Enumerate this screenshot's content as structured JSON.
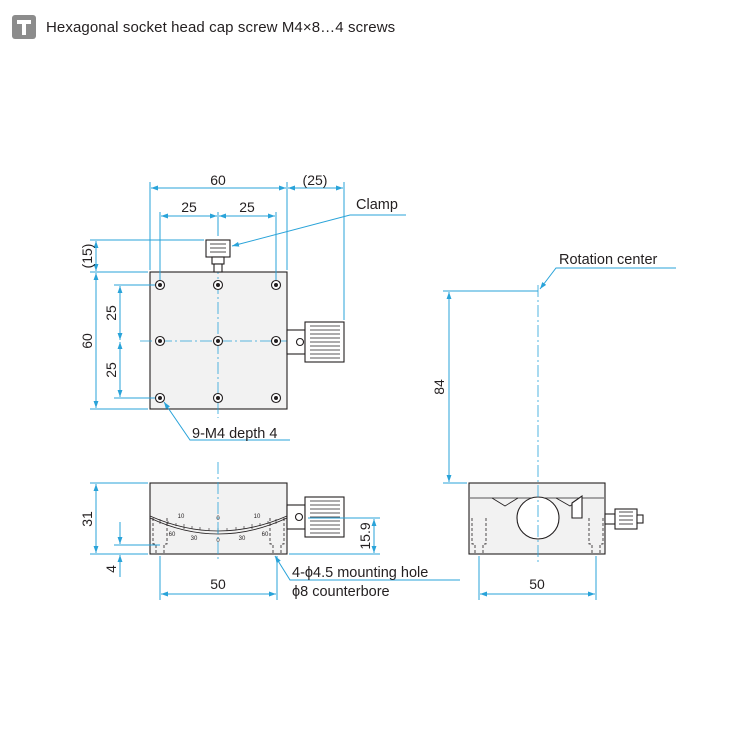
{
  "header": {
    "icon": "screw-icon",
    "title": "Hexagonal socket head cap screw M4×8…4 screws"
  },
  "top_view": {
    "dim_width": "60",
    "dim_extension": "(25)",
    "dim_pitch_left": "25",
    "dim_pitch_right": "25",
    "dim_height": "60",
    "dim_clamp_offset": "(15)",
    "dim_pitch_upper": "25",
    "dim_pitch_lower": "25",
    "clamp_label": "Clamp",
    "tapped_holes_label": "9-M4 depth 4"
  },
  "front_view": {
    "dim_height": "31",
    "dim_base": "4",
    "dim_rotation_height": "15.9",
    "dim_hole_pitch": "50",
    "mounting_hole_label": "4-ϕ4.5 mounting hole",
    "counterbore_label": "ϕ8 counterbore",
    "scale_top": [
      "10",
      "0",
      "10"
    ],
    "scale_bottom": [
      "60",
      "30",
      "0",
      "30",
      "60"
    ]
  },
  "side_view": {
    "rotation_center_label": "Rotation center",
    "dim_rotation_height": "84",
    "dim_hole_pitch": "50"
  },
  "colors": {
    "dimension_lines": "#29a3d9",
    "outline": "#231f20",
    "icon_bg": "#8c8c8c"
  }
}
